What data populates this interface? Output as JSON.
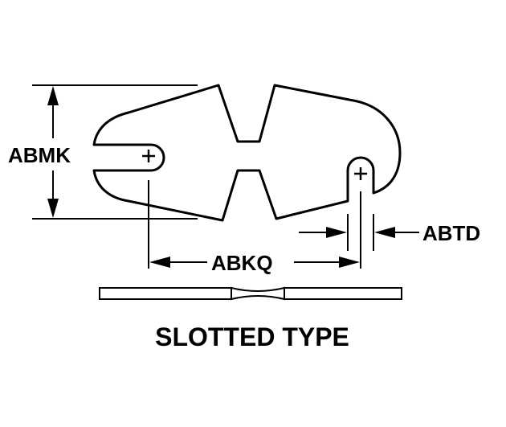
{
  "labels": {
    "height": "ABMK",
    "center_distance": "ABKQ",
    "slot_width": "ABTD"
  },
  "caption": "SLOTTED TYPE",
  "colors": {
    "stroke": "#000000",
    "background": "#ffffff"
  }
}
